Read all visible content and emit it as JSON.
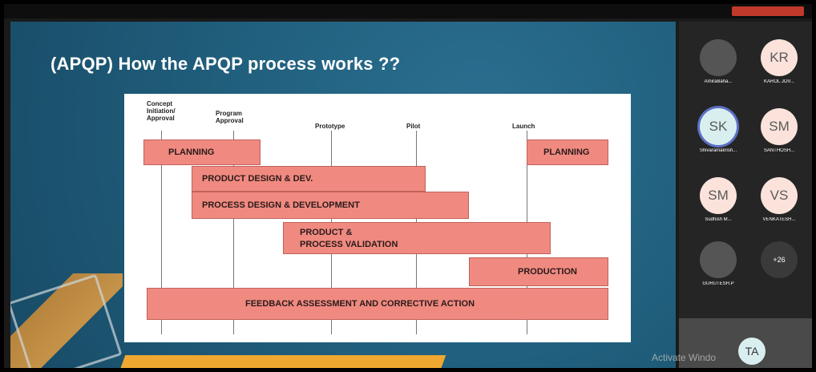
{
  "slide": {
    "title": "(APQP) How the APQP process works ??",
    "stages": [
      "Concept Initiation/ Approval",
      "Program Approval",
      "Prototype",
      "Pilot",
      "Launch"
    ],
    "bands": {
      "planning_left": "PLANNING",
      "planning_right": "PLANNING",
      "product_design": "PRODUCT DESIGN & DEV.",
      "process_design": "PROCESS DESIGN & DEVELOPMENT",
      "validation_line1": "PRODUCT &",
      "validation_line2": "PROCESS VALIDATION",
      "production": "PRODUCTION",
      "feedback": "FEEDBACK ASSESSMENT AND CORRECTIVE ACTION"
    }
  },
  "participants": [
    {
      "initials": "",
      "name": "AmiraBaha...",
      "photo": true
    },
    {
      "initials": "KR",
      "name": "KAROL JOV..."
    },
    {
      "initials": "SK",
      "name": "Shivaramakrish...",
      "speaking": true
    },
    {
      "initials": "SM",
      "name": "SANTHOSH..."
    },
    {
      "initials": "SM",
      "name": "Sudhish M..."
    },
    {
      "initials": "VS",
      "name": "VENKATESH..."
    },
    {
      "initials": "",
      "name": "GURUTESH.P",
      "photo": true
    },
    {
      "more": "+26"
    }
  ],
  "self_view": {
    "initials": "TA"
  },
  "watermark": "Activate Windo"
}
